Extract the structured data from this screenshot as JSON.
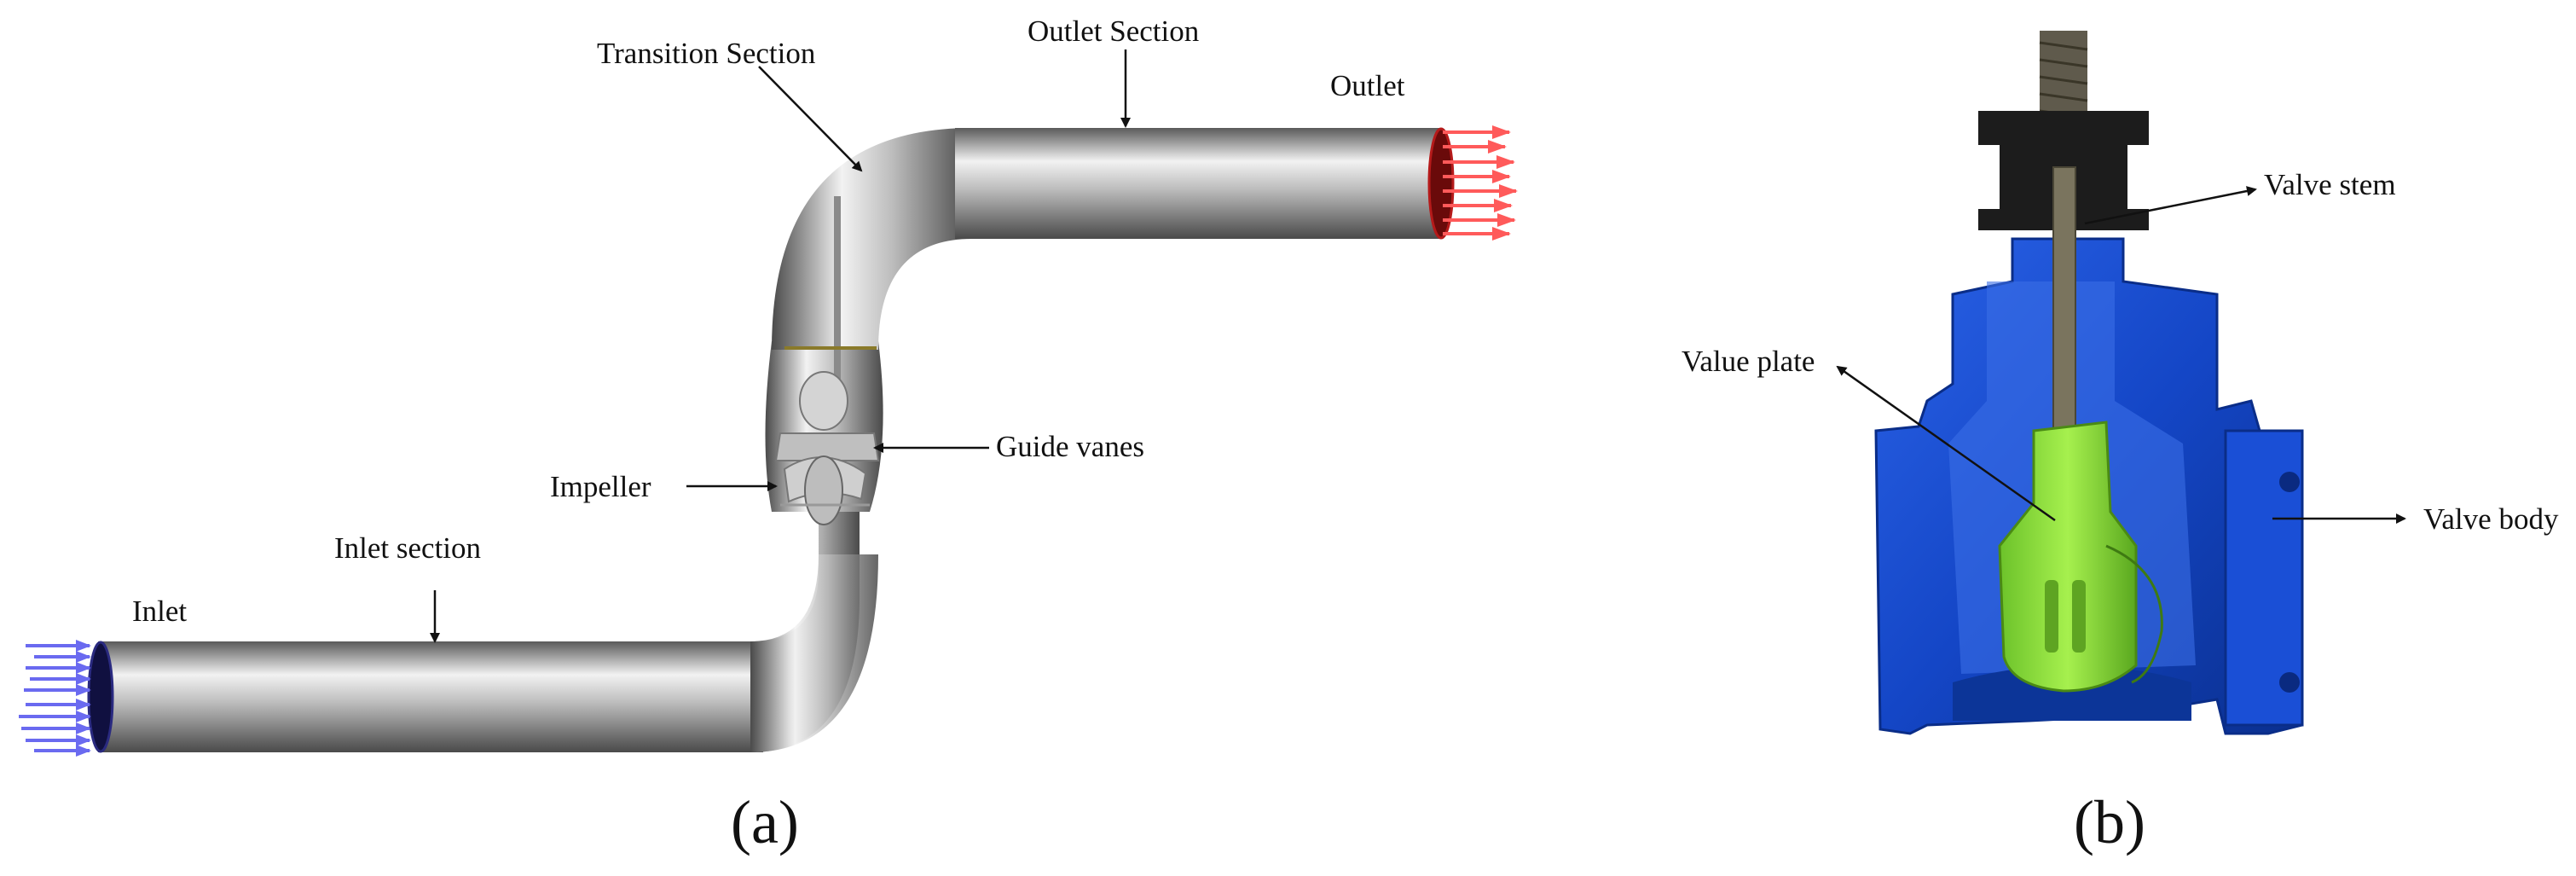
{
  "panel_a": {
    "caption": "(a)",
    "labels": {
      "inlet": "Inlet",
      "inlet_section": "Inlet section",
      "impeller": "Impeller",
      "guide_vanes": "Guide vanes",
      "transition_section": "Transition Section",
      "outlet_section": "Outlet Section",
      "outlet": "Outlet"
    },
    "colors": {
      "inflow_arrows": "#6a6af0",
      "outflow_arrows": "#ff5a5a",
      "pipe": "#b8b8b8"
    }
  },
  "panel_b": {
    "caption": "(b)",
    "labels": {
      "valve_stem": "Valve stem",
      "value_plate": "Value plate",
      "valve_body": "Valve body"
    },
    "colors": {
      "valve_body": "#1546c8",
      "valve_plate": "#8ee03a",
      "stem": "#6f6a5a"
    }
  }
}
